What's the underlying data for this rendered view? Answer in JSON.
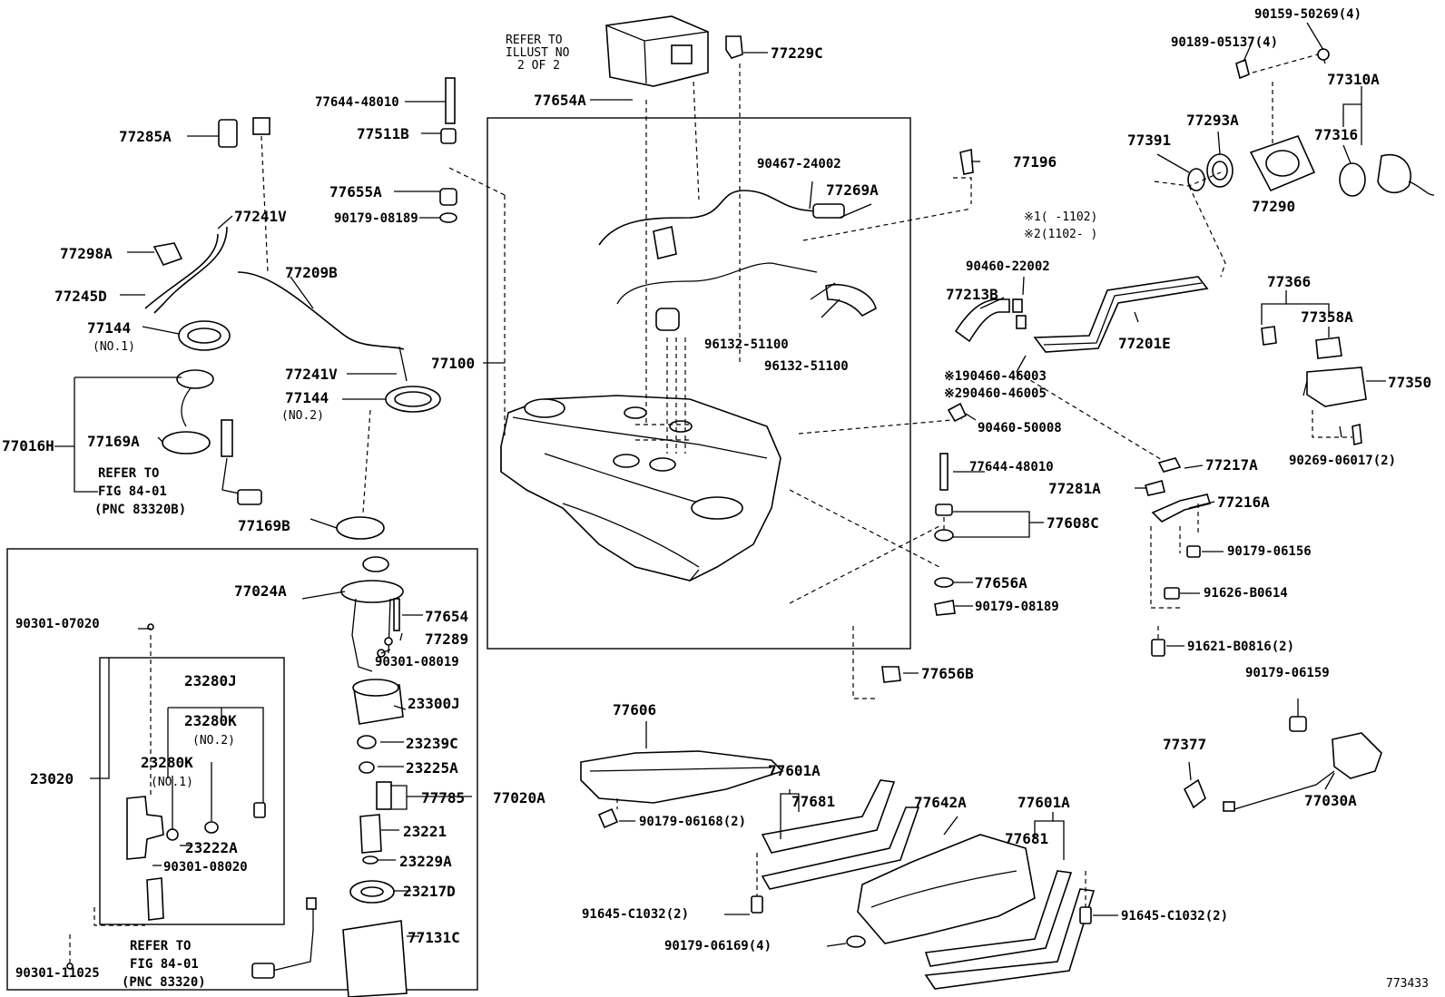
{
  "refs": {
    "illust_line1": "REFER TO",
    "illust_line2": "ILLUST NO",
    "illust_line3": "2 OF 2",
    "fig_a_line1": "REFER TO",
    "fig_a_line2": "FIG 84-01",
    "fig_a_line3": "(PNC 83320B)",
    "fig_b_line1": "REFER TO",
    "fig_b_line2": "FIG 84-01",
    "fig_b_line3": "(PNC 83320)"
  },
  "variants": {
    "v1": "※1(   -1102)",
    "v2": "※2(1102-   )"
  },
  "diagram_code": "773433",
  "parts": {
    "p77229C": "77229C",
    "p77654A": "77654A",
    "p77644_48010_top": "77644-48010",
    "p77285A": "77285A",
    "p77511B": "77511B",
    "p77655A": "77655A",
    "p90179_08189_top": "90179-08189",
    "p77298A": "77298A",
    "p77241V_a": "77241V",
    "p77209B": "77209B",
    "p77245D": "77245D",
    "p77144_1": "77144",
    "p77144_1_sub": "(NO.1)",
    "p77100": "77100",
    "p77241V_b": "77241V",
    "p77144_2": "77144",
    "p77144_2_sub": "(NO.2)",
    "p77016H": "77016H",
    "p77169A": "77169A",
    "p77169B": "77169B",
    "p90467_24002": "90467-24002",
    "p77269A": "77269A",
    "p77196": "77196",
    "p90460_22002": "90460-22002",
    "p77213B": "77213B",
    "p96132_51100_a": "96132-51100",
    "p96132_51100_b": "96132-51100",
    "p190460_46003": "※190460-46003",
    "p290460_46005": "※290460-46005",
    "p90460_50008": "90460-50008",
    "p77201E": "77201E",
    "p90159_50269": "90159-50269(4)",
    "p90189_05137": "90189-05137(4)",
    "p77310A": "77310A",
    "p77293A": "77293A",
    "p77391": "77391",
    "p77316": "77316",
    "p77290": "77290",
    "p77366": "77366",
    "p77358A": "77358A",
    "p77350": "77350",
    "p90269_06017": "90269-06017(2)",
    "p77644_48010_mid": "77644-48010",
    "p77217A": "77217A",
    "p77281A": "77281A",
    "p77216A": "77216A",
    "p77608C": "77608C",
    "p90179_06156": "90179-06156",
    "p91626_B0614": "91626-B0614",
    "p77656A": "77656A",
    "p90179_08189_mid": "90179-08189",
    "p91621_B0816": "91621-B0816(2)",
    "p77656B": "77656B",
    "p90179_06159": "90179-06159",
    "p77377": "77377",
    "p77030A": "77030A",
    "p77024A": "77024A",
    "p90301_07020": "90301-07020",
    "p77654": "77654",
    "p77289": "77289",
    "p90301_08019": "90301-08019",
    "p23280J": "23280J",
    "p23300J": "23300J",
    "p23280K": "23280K",
    "p23280K_sub2": "(NO.2)",
    "p23239C": "23239C",
    "p23020": "23020",
    "p23280K_1": "23280K",
    "p23280K_sub1": "(NO.1)",
    "p23225A": "23225A",
    "p77785": "77785",
    "p77020A": "77020A",
    "p23221": "23221",
    "p23222A": "23222A",
    "p90301_08020": "90301-08020",
    "p23229A": "23229A",
    "p23217D": "23217D",
    "p77131C": "77131C",
    "p90301_11025": "90301-11025",
    "p77606": "77606",
    "p90179_06168": "90179-06168(2)",
    "p77601A_a": "77601A",
    "p77681_a": "77681",
    "p77642A": "77642A",
    "p77601A_b": "77601A",
    "p77681_b": "77681",
    "p91645_C1032_a": "91645-C1032(2)",
    "p90179_06169": "90179-06169(4)",
    "p91645_C1032_b": "91645-C1032(2)"
  }
}
